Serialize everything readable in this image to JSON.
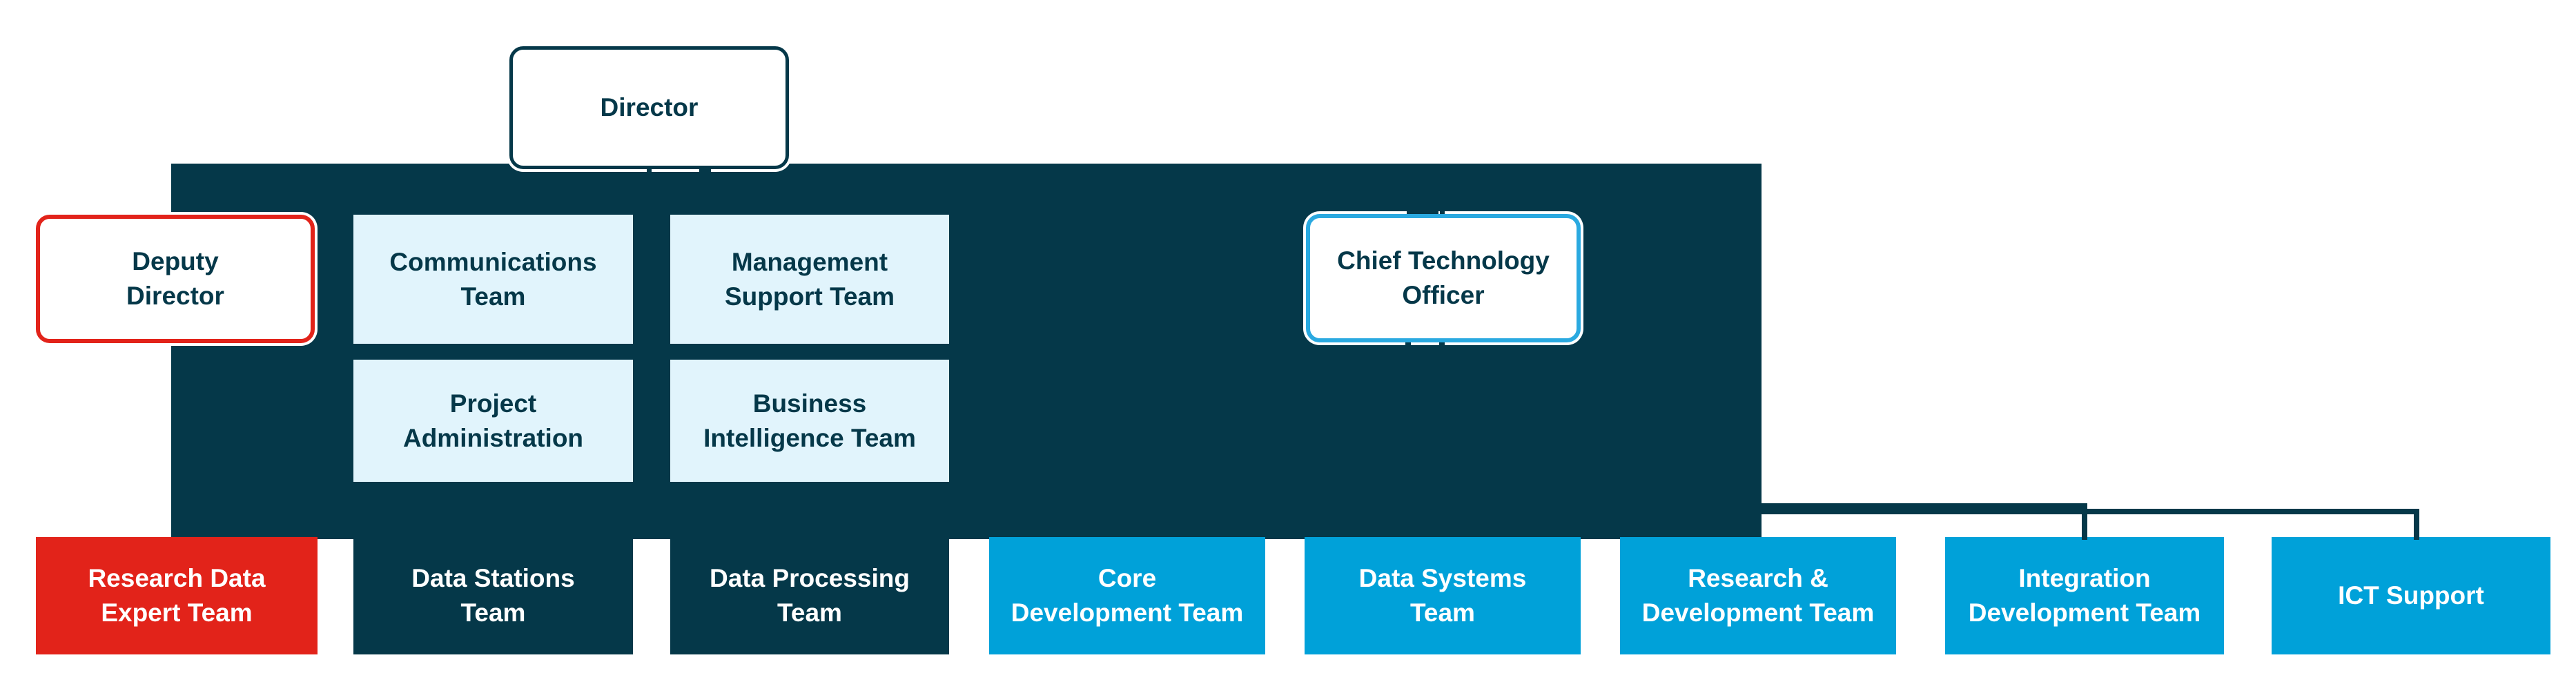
{
  "colors": {
    "dark": "#053849",
    "blue": "#00a1d9",
    "light_blue": "#e1f4fc",
    "red": "#e2231a",
    "cto_border": "#2aa9e0",
    "white": "#ffffff"
  },
  "org_chart": {
    "nodes": [
      {
        "id": "director",
        "label": "Director",
        "style": "outlined-dark"
      },
      {
        "id": "deputy-director",
        "label": "Deputy\nDirector",
        "style": "outlined-red"
      },
      {
        "id": "communications-team",
        "label": "Communications\nTeam",
        "style": "light-blue-fill"
      },
      {
        "id": "management-support-team",
        "label": "Management\nSupport Team",
        "style": "light-blue-fill"
      },
      {
        "id": "project-administration",
        "label": "Project\nAdministration",
        "style": "light-blue-fill"
      },
      {
        "id": "business-intelligence-team",
        "label": "Business\nIntelligence Team",
        "style": "light-blue-fill"
      },
      {
        "id": "chief-technology-officer",
        "label": "Chief Technology\nOfficer",
        "style": "outlined-blue"
      },
      {
        "id": "research-data-expert-team",
        "label": "Research Data\nExpert Team",
        "style": "red-fill"
      },
      {
        "id": "data-stations-team",
        "label": "Data Stations\nTeam",
        "style": "dark-fill"
      },
      {
        "id": "data-processing-team",
        "label": "Data Processing\nTeam",
        "style": "dark-fill"
      },
      {
        "id": "core-development-team",
        "label": "Core\nDevelopment Team",
        "style": "blue-fill"
      },
      {
        "id": "data-systems-team",
        "label": "Data Systems\nTeam",
        "style": "blue-fill"
      },
      {
        "id": "research-development-team",
        "label": "Research &\nDevelopment Team",
        "style": "blue-fill"
      },
      {
        "id": "integration-development-team",
        "label": "Integration\nDevelopment Team",
        "style": "blue-fill"
      },
      {
        "id": "ict-support",
        "label": "ICT Support",
        "style": "blue-fill"
      }
    ]
  }
}
